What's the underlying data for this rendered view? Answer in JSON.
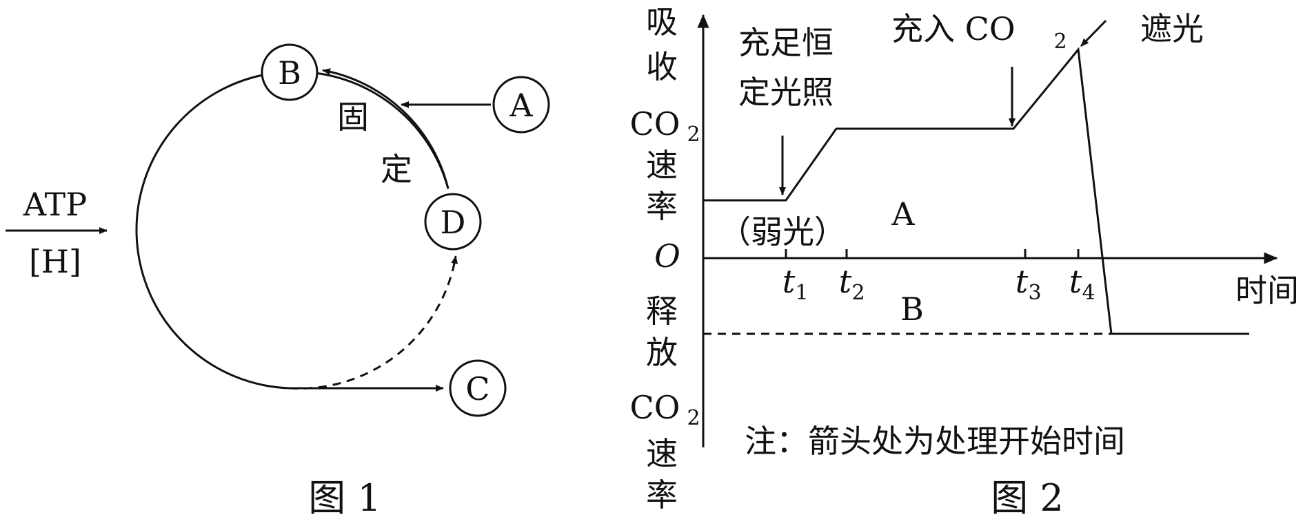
{
  "figure1": {
    "caption": "图 1",
    "nodes": {
      "A": "A",
      "B": "B",
      "C": "C",
      "D": "D"
    },
    "edge_label_1": "固",
    "edge_label_2": "定",
    "input_top": "ATP",
    "input_bottom": "[H]"
  },
  "figure2": {
    "caption": "图 2",
    "y_axis_top": [
      "吸",
      "收",
      "CO",
      "速",
      "率"
    ],
    "y_axis_bottom": [
      "释",
      "放",
      "CO",
      "速",
      "率"
    ],
    "co2_sub": "2",
    "origin": "O",
    "x_axis_label": "时间",
    "ticks": [
      {
        "main": "t",
        "sub": "1"
      },
      {
        "main": "t",
        "sub": "2"
      },
      {
        "main": "t",
        "sub": "3"
      },
      {
        "main": "t",
        "sub": "4"
      }
    ],
    "ann_light_line1": "充足恒",
    "ann_light_line2": "定光照",
    "ann_co2": "充入 CO",
    "ann_co2_sub": "2",
    "ann_shade": "遮光",
    "weak_light": "（弱光）",
    "region_A": "A",
    "region_B": "B",
    "note": "注：箭头处为处理开始时间"
  }
}
